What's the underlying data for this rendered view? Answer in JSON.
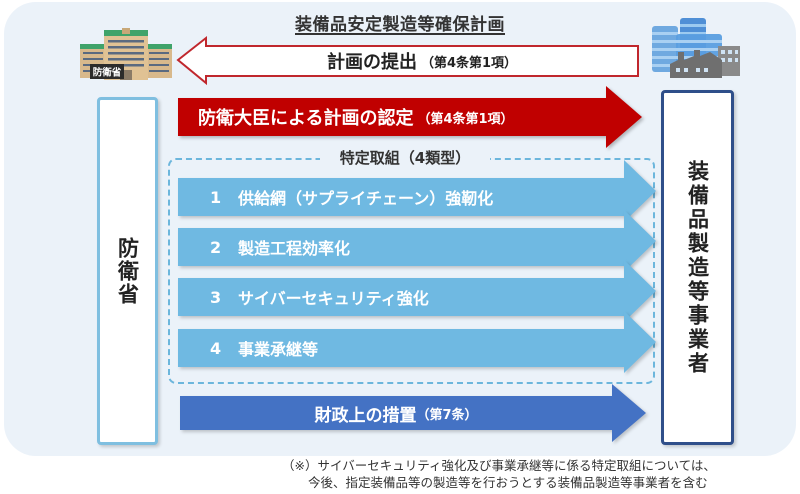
{
  "title": "装備品安定製造等確保計画",
  "actors": {
    "left": {
      "label": "防衛省",
      "icon_label": "防衛省",
      "icon": "government-building-icon",
      "border_color": "#7fbfe0"
    },
    "right": {
      "label": "装備品製造等事業者",
      "icon": "company-factory-icon",
      "border_color": "#2f4f8a"
    }
  },
  "arrows": {
    "submission": {
      "direction": "left",
      "label": "計画の提出",
      "ref": "（第4条第1項）",
      "fill": "#ffffff",
      "stroke": "#c0272d"
    },
    "approval": {
      "direction": "right",
      "label": "防衛大臣による計画の認定",
      "ref": "（第4条第1項）",
      "fill": "#c00000"
    },
    "specific_initiatives": {
      "group_label": "特定取組（4類型）",
      "fill": "#6fb9e2",
      "items": [
        {
          "num": "1",
          "label": "供給網（サプライチェーン）強靭化"
        },
        {
          "num": "2",
          "label": "製造工程効率化"
        },
        {
          "num": "3",
          "label": "サイバーセキュリティ強化"
        },
        {
          "num": "4",
          "label": "事業承継等"
        }
      ]
    },
    "financial": {
      "direction": "right",
      "label": "財政上の措置",
      "ref": "（第7条）",
      "fill": "#4472c4"
    }
  },
  "footnote": {
    "line1": "（※）サイバーセキュリティ強化及び事業承継等に係る特定取組については、",
    "line2": "今後、指定装備品等の製造等を行おうとする装備品製造等事業者を含む"
  }
}
